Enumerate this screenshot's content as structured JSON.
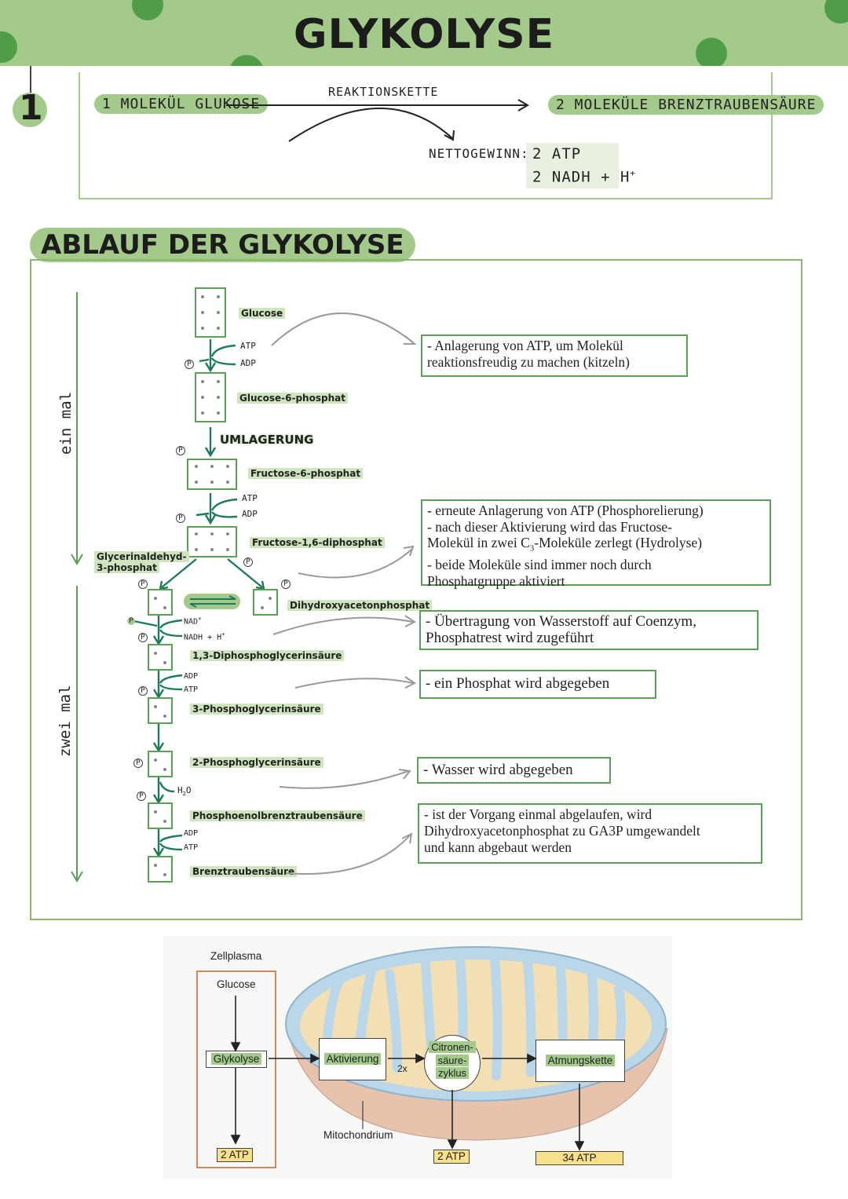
{
  "header": {
    "title": "GLYKOLYSE",
    "step_number": "1"
  },
  "summary": {
    "input": "1 MOLEKÜL GLUKOSE",
    "chain_label": "REAKTIONSKETTE",
    "output": "2 MOLEKÜLE BRENZTRAUBENSÄURE",
    "net_label": "NETTOGEWINN:",
    "net_atp": "2 ATP",
    "net_nadh": "2 NADH + H",
    "net_nadh_sup": "+"
  },
  "section": {
    "title": "ABLAUF DER GLYKOLYSE"
  },
  "side_labels": {
    "once": "ein mal",
    "twice": "zwei mal"
  },
  "phosphate": "P",
  "molecules": {
    "glucose": "Glucose",
    "g6p": "Glucose-6-phosphat",
    "rearrange": "UMLAGERUNG",
    "f6p": "Fructose-6-phosphat",
    "f16dp": "Fructose-1,6-diphosphat",
    "ga3p_1": "Glycerinaldehyd-",
    "ga3p_2": "3-phosphat",
    "dhap": "Dihydroxyacetonphosphat",
    "bpg": "1,3-Diphosphoglycerinsäure",
    "pg3": "3-Phosphoglycerinsäure",
    "pg2": "2-Phosphoglycerinsäure",
    "pep": "Phosphoenolbrenztraubensäure",
    "pyruvate": "Brenztraubensäure"
  },
  "cofactors": {
    "atp": "ATP",
    "adp": "ADP",
    "nad": "NAD",
    "nad_sup": "+",
    "nadh": "NADH + H",
    "nadh_sup": "+",
    "h2o_h": "H",
    "h2o_sub": "2",
    "h2o_o": "O"
  },
  "notes": {
    "n1_l1": "- Anlagerung von ATP, um Molekül",
    "n1_l2": "reaktionsfreudig zu machen (kitzeln)",
    "n2_l1": "- erneute Anlagerung von ATP (Phosphorelierung)",
    "n2_l2": "- nach dieser Aktivierung wird das Fructose-",
    "n2_l3a": "Molekül in zwei C",
    "n2_l3sub": "3",
    "n2_l3b": "-Moleküle zerlegt (Hydrolyse)",
    "n2_l4": "- beide Moleküle sind immer noch durch",
    "n2_l5": "Phosphatgruppe aktiviert",
    "n3_l1": "- Übertragung von Wasserstoff auf Coenzym,",
    "n3_l2": "Phosphatrest wird zugeführt",
    "n4": "- ein Phosphat wird abgegeben",
    "n5": "- Wasser wird abgegeben",
    "n6_l1": "- ist der Vorgang einmal abgelaufen, wird",
    "n6_l2": "Dihydroxyacetonphosphat zu GA3P umgewandelt",
    "n6_l3": "und kann abgebaut werden"
  },
  "mito_diagram": {
    "cytoplasm": "Zellplasma",
    "glucose": "Glucose",
    "glycolysis": "Glykolyse",
    "activation": "Aktivierung",
    "times2": "2x",
    "citric_1": "Citronen-",
    "citric_2": "säure-",
    "citric_3": "zyklus",
    "chain": "Atmungskette",
    "mitochondrion": "Mitochondrium",
    "atp_glyc": "2 ATP",
    "atp_citric": "2 ATP",
    "atp_chain": "34 ATP"
  },
  "colors": {
    "accent": "#a3c98b",
    "dark_green": "#4f9d47",
    "arrow_teal": "#1d7a5a",
    "yellow": "#f9e08a"
  }
}
